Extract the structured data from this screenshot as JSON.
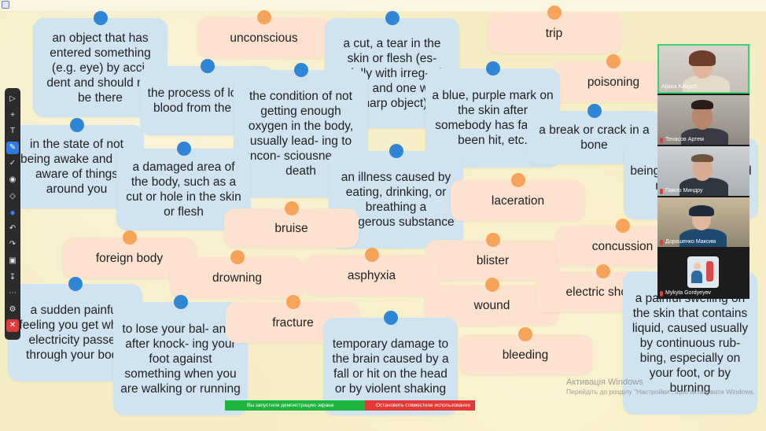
{
  "toolbar": {
    "tools": [
      "cursor-icon",
      "plus-icon",
      "text-icon",
      "pen-icon",
      "check-icon",
      "spotlight-icon",
      "eraser-icon",
      "color-dot-icon",
      "undo-icon",
      "redo-icon",
      "trash-icon",
      "download-icon",
      "more-icon",
      "settings-icon",
      "close-icon"
    ]
  },
  "cards": [
    {
      "text": "an object that has entered something (e.g. eye) by acci- dent and should not be there",
      "color": "#cfe3f1"
    },
    {
      "text": "unconscious",
      "color": "#fde2cf"
    },
    {
      "text": "a cut, a tear in the skin or flesh (es- pecially with irreg- ular edges, and one with a sharp object)",
      "color": "#cfe3f1"
    },
    {
      "text": "trip",
      "color": "#fde2cf"
    },
    {
      "text": "poisoning",
      "color": "#fde2cf"
    },
    {
      "text": "the process of los- ing blood from the body",
      "color": "#cfe3f1"
    },
    {
      "text": "the condition of not getting enough oxygen in the body, usually lead- ing to uncon- sciousness or death",
      "color": "#cfe3f1"
    },
    {
      "text": "a blue, purple mark on the skin after somebody has fallen, been hit, etc.",
      "color": "#cfe3f1"
    },
    {
      "text": "a break or crack in a bone",
      "color": "#cfe3f1"
    },
    {
      "text": "in the state of not being awake and not aware of things around you",
      "color": "#cfe3f1"
    },
    {
      "text": "a damaged area of the body, such as a cut or hole in the skin or flesh",
      "color": "#cfe3f1"
    },
    {
      "text": "an illness caused by eating, drinking, or breathing a dangerous substance",
      "color": "#cfe3f1"
    },
    {
      "text": "laceration",
      "color": "#fde2cf"
    },
    {
      "text": "bruise",
      "color": "#fde2cf"
    },
    {
      "text": "foreign body",
      "color": "#fde2cf"
    },
    {
      "text": "blister",
      "color": "#fde2cf"
    },
    {
      "text": "concussion",
      "color": "#fde2cf"
    },
    {
      "text": "drowning",
      "color": "#fde2cf"
    },
    {
      "text": "asphyxia",
      "color": "#fde2cf"
    },
    {
      "text": "a sudden painful feeling you get when electricity passes through your body",
      "color": "#cfe3f1"
    },
    {
      "text": "wound",
      "color": "#fde2cf"
    },
    {
      "text": "electric shock",
      "color": "#fde2cf"
    },
    {
      "text": "to lose your bal- ance after knock- ing your foot against something when you are walking or running",
      "color": "#cfe3f1"
    },
    {
      "text": "fracture",
      "color": "#fde2cf"
    },
    {
      "text": "temporary damage to the brain caused by a fall or hit on the head or by violent shaking",
      "color": "#cfe3f1"
    },
    {
      "text": "bleeding",
      "color": "#fde2cf"
    },
    {
      "text": "a painful swelling on the skin that contains liquid, caused usually by continuous rub- bing, especially on your foot, or by burning",
      "color": "#cfe3f1"
    },
    {
      "text": "being under water and not breathing",
      "color": "#cfe3f1"
    }
  ],
  "participants": [
    {
      "name": "Aljona Katrych",
      "muted": false
    },
    {
      "name": "Тенасов Артем",
      "muted": true
    },
    {
      "name": "Павло Миндру",
      "muted": true
    },
    {
      "name": "Дорошенко Максим",
      "muted": true
    },
    {
      "name": "Mykyta Gordyeyev",
      "muted": true
    }
  ],
  "share_bar": {
    "status": "Вы запустили демонстрацию экрана",
    "stop_label": "Остановить совместное использование"
  },
  "watermark": {
    "line1": "Активація Windows",
    "line2": "Перейдіть до розділу \"Настройки\", щоб активувати Windows."
  },
  "colors": {
    "background": "#f7edc4",
    "pin_blue": "#2f86d6",
    "pin_orange": "#f7a35a",
    "share_green": "#1db53d",
    "share_red": "#e53935"
  }
}
